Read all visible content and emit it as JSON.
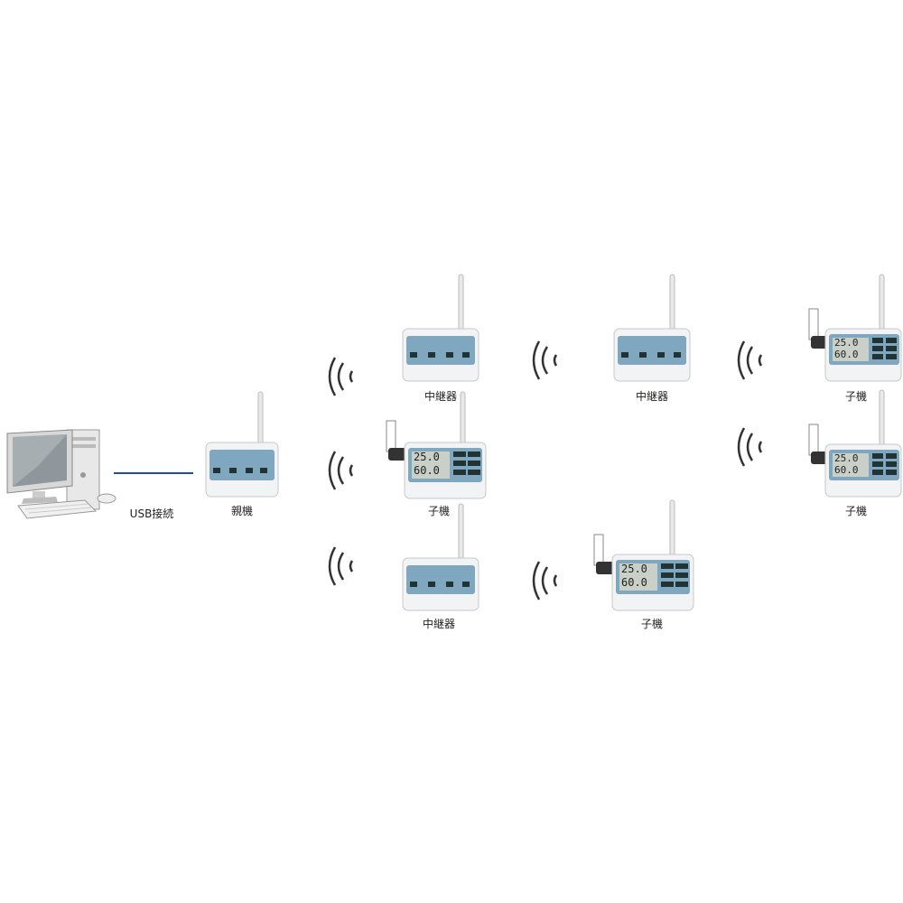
{
  "labels": {
    "usb": "USB接続",
    "parent": "親機",
    "repeater": "中継器",
    "child": "子機"
  },
  "display": {
    "temp": "25.0",
    "hum": "60.0"
  },
  "colors": {
    "case": "#f1f3f4",
    "panel": "#7fa8c0",
    "line": "#1f4e9c",
    "lcd": "#c9d0c8"
  },
  "icons": {
    "pc": "desktop-computer-icon",
    "wave": "wireless-signal-icon",
    "sensor": "sensor-probe-icon"
  }
}
